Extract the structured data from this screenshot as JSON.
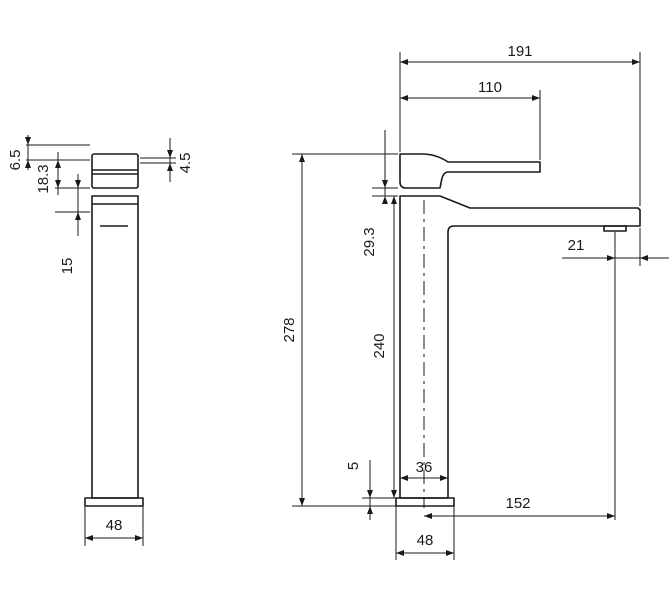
{
  "dimensions": {
    "side_overall_width": "191",
    "side_handle_reach": "110",
    "side_spout_offset": "21",
    "side_overall_height": "278",
    "side_handle_height": "29.3",
    "side_spout_height": "240",
    "side_base_thickness": "5",
    "side_body_width": "36",
    "side_base_width": "48",
    "side_spout_projection": "152",
    "front_top_gap": "6.5",
    "front_handle_height": "18.3",
    "front_right_gap": "4.5",
    "front_spout_height": "15",
    "front_base_width": "48"
  },
  "colors": {
    "line": "#1a1a1a",
    "background": "#ffffff"
  }
}
